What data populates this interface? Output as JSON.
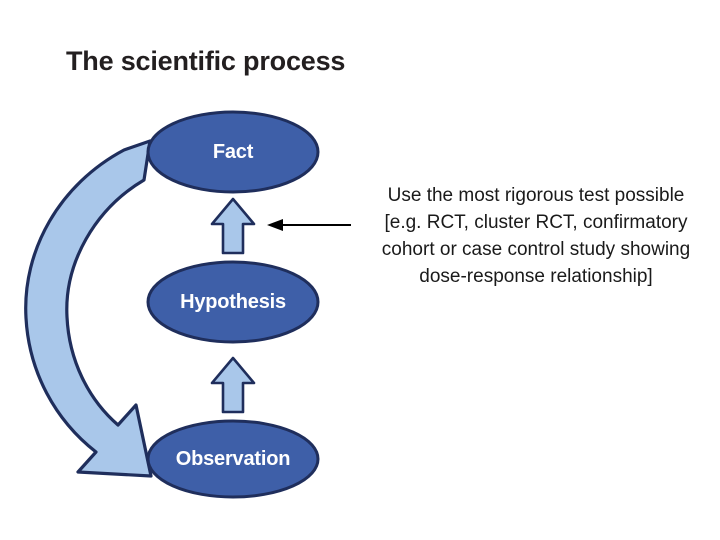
{
  "title": "The scientific process",
  "diagram": {
    "type": "cycle-flow",
    "nodes": [
      {
        "id": "fact",
        "label": "Fact"
      },
      {
        "id": "hypothesis",
        "label": "Hypothesis"
      },
      {
        "id": "observation",
        "label": "Observation"
      }
    ],
    "flow_arrows": [
      {
        "id": "observation-to-hypothesis",
        "from": "observation",
        "to": "hypothesis",
        "direction": "up"
      },
      {
        "id": "hypothesis-to-fact",
        "from": "hypothesis",
        "to": "fact",
        "direction": "up"
      },
      {
        "id": "fact-to-observation",
        "from": "fact",
        "to": "observation",
        "direction": "curved-counterclockwise"
      }
    ],
    "pointer": {
      "id": "annotation-pointer",
      "direction": "left",
      "points_to": "hypothesis-to-fact"
    }
  },
  "annotation": {
    "lines": [
      "Use the most rigorous test possible",
      "[e.g. RCT, cluster RCT, confirmatory",
      "cohort or case control study showing",
      "dose-response relationship]"
    ]
  },
  "colors": {
    "background": "#ffffff",
    "node_fill": "#3e5fa8",
    "node_stroke": "#1f2e5c",
    "node_text": "#ffffff",
    "arrow_fill": "#a9c7ea",
    "arrow_stroke": "#1f2e5c",
    "title_text": "#231f20",
    "annotation_text": "#1a1a1a",
    "pointer": "#000000"
  }
}
